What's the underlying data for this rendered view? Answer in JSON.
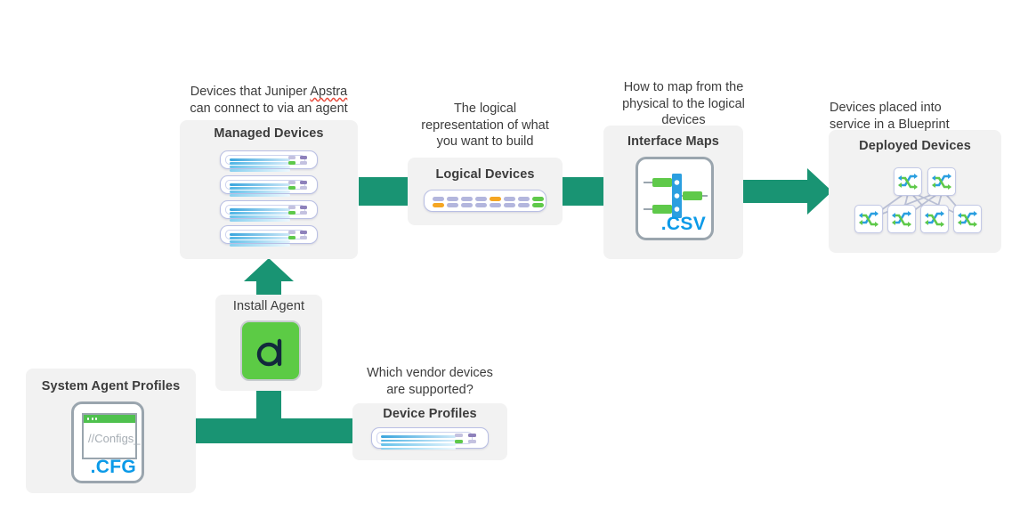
{
  "diagram": {
    "title": "Juniper Apstra device onboarding workflow",
    "colors": {
      "connector_green": "#199473",
      "panel_grey": "#f2f2f2",
      "text_dark": "#3c3c3c",
      "agent_green": "#5ccb45",
      "file_blue": "#0b9ae8",
      "device_border": "#b9bfe4",
      "led_green": "#5fc94a",
      "led_purple": "#9a8fc6",
      "port_lilac": "#b3b6dd",
      "port_orange": "#f5a623",
      "port_green": "#5fc94a",
      "spellcheck_red": "#e8493a"
    }
  },
  "captions": {
    "managed_devices": {
      "line1_prefix": "Devices that Juniper ",
      "line1_highlight": "Apstra",
      "line2": "can connect to via an agent"
    },
    "logical_devices": {
      "line1": "The logical",
      "line2": "representation of what",
      "line3": "you want to build"
    },
    "interface_maps": {
      "line1": "How to map from the",
      "line2": "physical to the logical",
      "line3": "devices"
    },
    "deployed_devices": {
      "line1": "Devices placed into",
      "line2": "service in a Blueprint"
    },
    "device_profiles": {
      "line1": "Which vendor devices",
      "line2": "are supported?"
    }
  },
  "panels": {
    "managed_devices": {
      "title": "Managed Devices",
      "device_count": 4
    },
    "logical_devices": {
      "title": "Logical Devices",
      "ports": [
        {
          "color": "#b3b6dd",
          "row": "top"
        },
        {
          "color": "#b3b6dd",
          "row": "top"
        },
        {
          "color": "#b3b6dd",
          "row": "top"
        },
        {
          "color": "#b3b6dd",
          "row": "top"
        },
        {
          "color": "#f5a623",
          "row": "top"
        },
        {
          "color": "#b3b6dd",
          "row": "top"
        },
        {
          "color": "#b3b6dd",
          "row": "top"
        },
        {
          "color": "#5fc94a",
          "row": "top"
        },
        {
          "color": "#5fc94a",
          "row": "top"
        },
        {
          "color": "#f5a623",
          "row": "bottom"
        },
        {
          "color": "#b3b6dd",
          "row": "bottom"
        },
        {
          "color": "#b3b6dd",
          "row": "bottom"
        },
        {
          "color": "#b3b6dd",
          "row": "bottom"
        },
        {
          "color": "#b3b6dd",
          "row": "bottom"
        },
        {
          "color": "#b3b6dd",
          "row": "bottom"
        },
        {
          "color": "#b3b6dd",
          "row": "bottom"
        },
        {
          "color": "#5fc94a",
          "row": "bottom"
        },
        {
          "color": "#5fc94a",
          "row": "bottom"
        }
      ]
    },
    "interface_maps": {
      "title": "Interface Maps",
      "file_extension": ".CSV"
    },
    "deployed_devices": {
      "title": "Deployed Devices",
      "spine_count": 2,
      "leaf_count": 4
    },
    "system_agent_profiles": {
      "title": "System Agent Profiles",
      "file_extension": ".CFG",
      "window_text": "//Configs_"
    },
    "install_agent": {
      "title": "Install Agent",
      "logo_letter": "a"
    },
    "device_profiles": {
      "title": "Device Profiles"
    }
  }
}
